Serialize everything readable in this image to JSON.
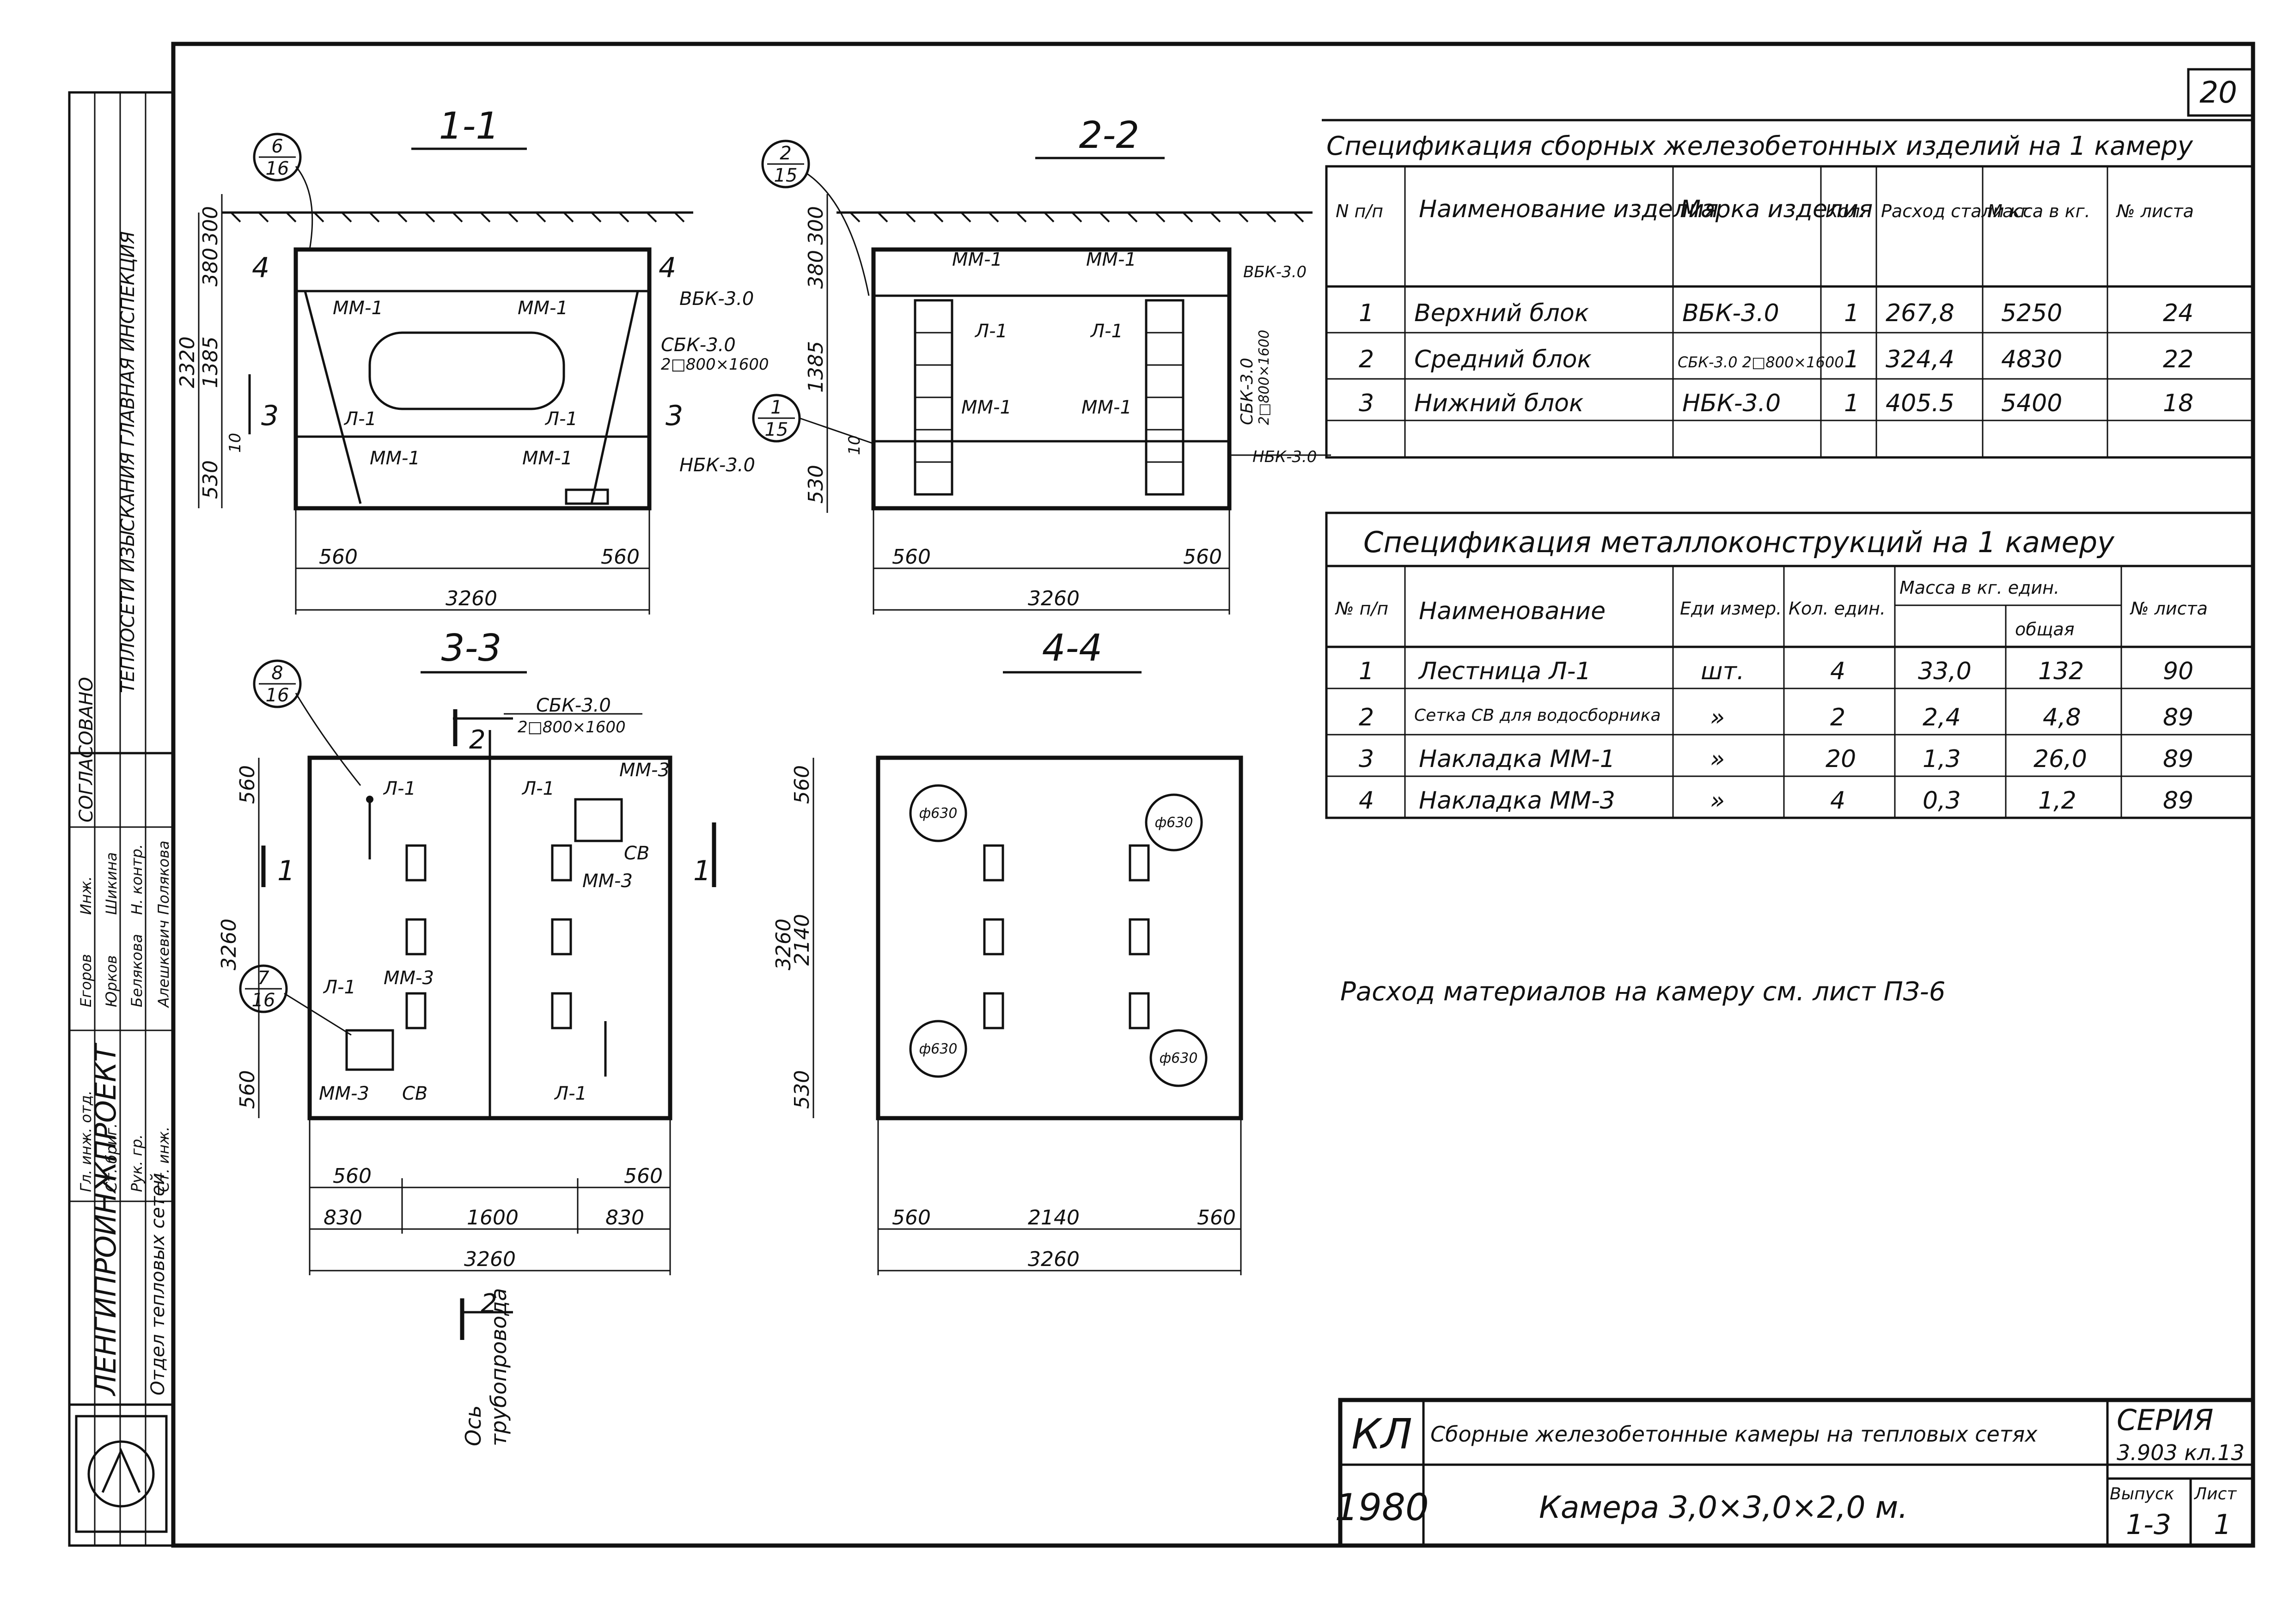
{
  "sheet_number": "20",
  "sections": {
    "s11": "1-1",
    "s22": "2-2",
    "s33": "3-3",
    "s44": "4-4"
  },
  "callouts": {
    "c1": {
      "top": "6",
      "bottom": "16"
    },
    "c2": {
      "top": "2",
      "bottom": "15"
    },
    "c3": {
      "top": "1",
      "bottom": "15"
    },
    "c4": {
      "top": "8",
      "bottom": "16"
    },
    "c5": {
      "top": "7",
      "bottom": "16"
    }
  },
  "labels": {
    "mm1": "ММ-1",
    "mm3": "ММ-3",
    "l1": "Л-1",
    "vbk": "ВБК-3.0",
    "sbk": "СБК-3.0",
    "sbk_sub": "2□800×1600",
    "nbk": "НБК-3.0",
    "sv": "СВ",
    "cut3": "3",
    "cut4": "4",
    "cut1": "1",
    "cut2": "2",
    "axis1": "Ось",
    "axis2": "трубопровода"
  },
  "dims": {
    "d300": "300",
    "d380": "380",
    "d1385": "1385",
    "d2320": "2320",
    "d530": "530",
    "d10": "10",
    "d560": "560",
    "d3260": "3260",
    "d830": "830",
    "d1600": "1600",
    "d2140": "2140",
    "d630": "ф630"
  },
  "spec1": {
    "title": "Спецификация сборных железобетонных изделий на 1 камеру",
    "headers": [
      "N п/п",
      "Наименование изделия",
      "Марка изделия",
      "Кол.",
      "Расход стали кг",
      "Масса в кг.",
      "№ листа"
    ],
    "rows": [
      [
        "1",
        "Верхний блок",
        "ВБК-3.0",
        "1",
        "267,8",
        "5250",
        "24"
      ],
      [
        "2",
        "Средний блок",
        "СБК-3.0 2□800×1600",
        "1",
        "324,4",
        "4830",
        "22"
      ],
      [
        "3",
        "Нижний блок",
        "НБК-3.0",
        "1",
        "405.5",
        "5400",
        "18"
      ]
    ]
  },
  "spec2": {
    "title": "Спецификация металлоконструкций на 1 камеру",
    "headers": [
      "№ п/п",
      "Наименование",
      "Еди измер.",
      "Кол. един.",
      "Масса в кг. един.",
      "общая",
      "№ листа"
    ],
    "rows": [
      [
        "1",
        "Лестница Л-1",
        "шт.",
        "4",
        "33,0",
        "132",
        "90"
      ],
      [
        "2",
        "Сетка СВ для водосборника",
        "»",
        "2",
        "2,4",
        "4,8",
        "89"
      ],
      [
        "3",
        "Накладка ММ-1",
        "»",
        "20",
        "1,3",
        "26,0",
        "89"
      ],
      [
        "4",
        "Накладка ММ-3",
        "»",
        "4",
        "0,3",
        "1,2",
        "89"
      ]
    ]
  },
  "note": "Расход материалов на камеру см. лист ПЗ-6",
  "titleblock": {
    "code": "КЛ",
    "year": "1980",
    "project": "Сборные железобетонные камеры на тепловых сетях",
    "name": "Камера 3,0×3,0×2,0 м.",
    "series_label": "СЕРИЯ",
    "series": "3.903 кл.13",
    "issue_label": "Выпуск",
    "issue": "1-3",
    "sheet_label": "Лист",
    "sheet": "1"
  },
  "stamp": {
    "org": "ЛЕНГИПРОИНЖПРОЕКТ",
    "dept": "Отдел тепловых сетей",
    "rows": [
      [
        "Гл. инж. отд.",
        "Егоров"
      ],
      [
        "Ст. бриг.",
        "Юрков"
      ],
      [
        "Рук. гр.",
        "Белякова"
      ],
      [
        "Ст. инж.",
        "Алешкевич"
      ],
      [
        "Инж.",
        "Шикина"
      ],
      [
        "Н. контр.",
        "Полякова"
      ]
    ],
    "agreed": "СОГЛАСОВАНО",
    "side": "ТЕПЛОСЕТИ ИЗЫСКАНИЯ ГЛАВНАЯ ИНСПЕКЦИЯ"
  }
}
